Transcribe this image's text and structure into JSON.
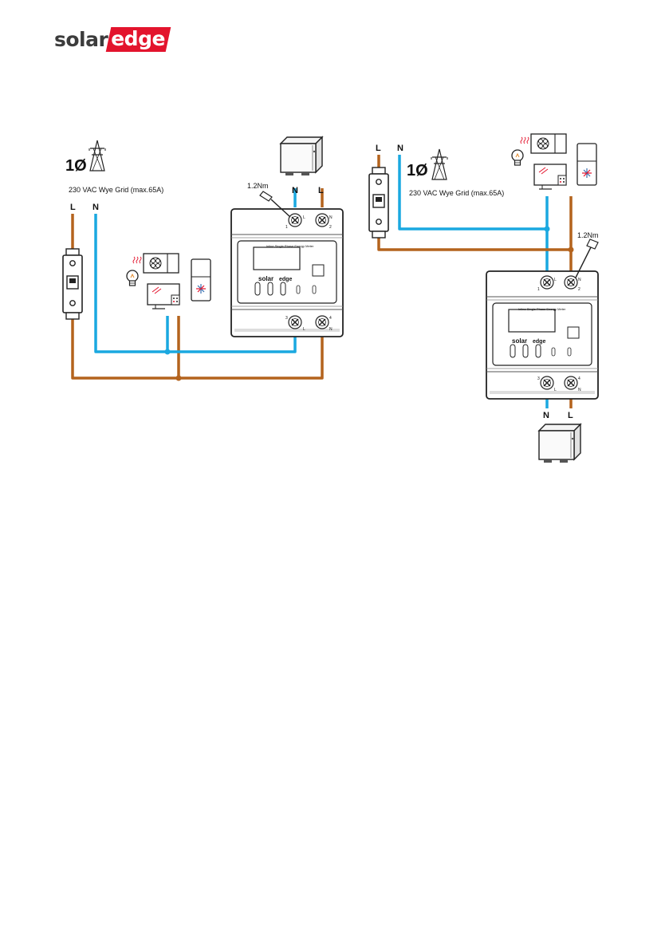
{
  "brand": {
    "part1": "solar",
    "part2": "edge"
  },
  "colors": {
    "live": "#b4631d",
    "neutral": "#1aa8e0",
    "brand_red": "#e3142d"
  },
  "left_diagram": {
    "phase_symbol": "1Ø",
    "grid_label": "230 VAC Wye Grid (max.65A)",
    "supply_L": "L",
    "supply_N": "N",
    "meter_N": "N",
    "meter_L": "L",
    "torque": "1.2Nm",
    "meter_title": "Inline Single Phase Energy Meter",
    "meter_brand": "solar",
    "meter_brand_tag": "edge",
    "term1": "1",
    "term1_letter": "L",
    "term2": "2",
    "term2_letter": "N",
    "term3": "3",
    "term3_letter": "L",
    "term4": "4",
    "term4_letter": "N"
  },
  "right_diagram": {
    "phase_symbol": "1Ø",
    "grid_label": "230 VAC Wye Grid (max.65A)",
    "supply_L": "L",
    "supply_N": "N",
    "meter_N": "N",
    "meter_L": "L",
    "torque": "1.2Nm",
    "meter_title": "Inline Single Phase Energy Meter",
    "meter_brand": "solar",
    "meter_brand_tag": "edge",
    "term1": "1",
    "term1_letter": "L",
    "term2": "2",
    "term2_letter": "N",
    "term3": "3",
    "term3_letter": "L",
    "term4": "4",
    "term4_letter": "N"
  }
}
